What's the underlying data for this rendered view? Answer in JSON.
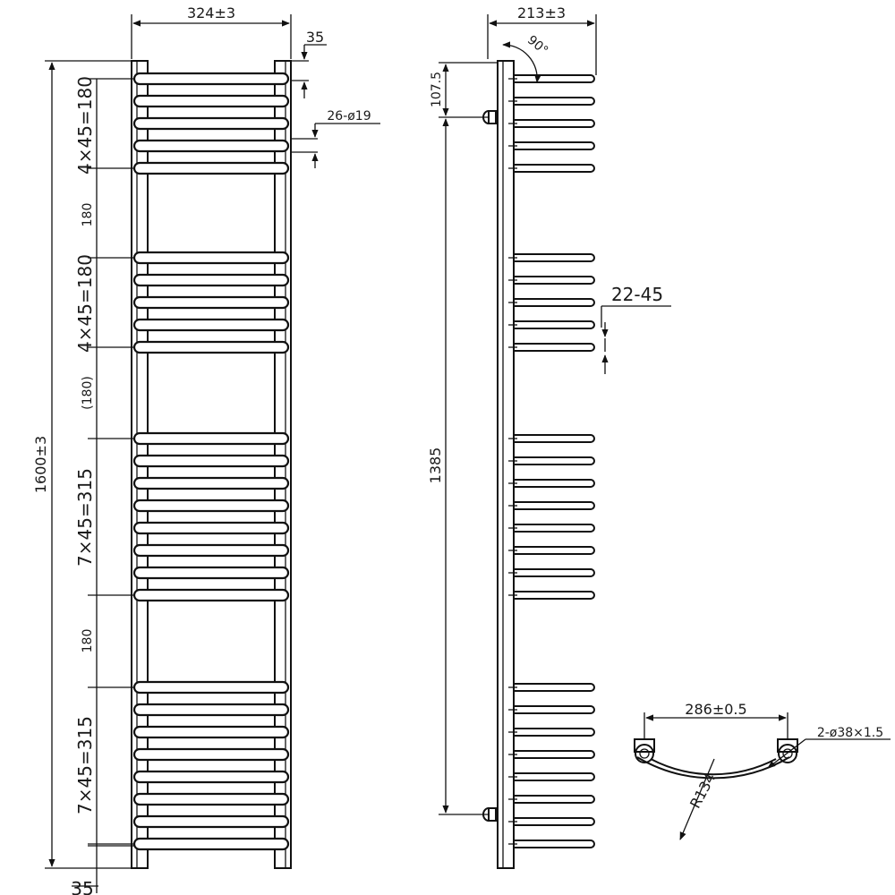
{
  "front_view": {
    "width_label": "324±3",
    "offset_top_label": "35",
    "tube_label": "26-ø19",
    "height_label": "1600±3",
    "bottom_label": "35",
    "group_labels": [
      "4×45=180",
      "180",
      "4×45=180",
      "(180)",
      "7×45=315",
      "180",
      "7×45=315"
    ]
  },
  "side_view": {
    "depth_label": "213±3",
    "angle_label": "90°",
    "bracket_top_label": "107.5",
    "bracket_span_label": "1385",
    "spacing_label": "22-45"
  },
  "plan_view": {
    "pipe_centres_label": "286±0.5",
    "pipe_label": "2-ø38×1.5",
    "radius_label": "R134"
  },
  "rail_groups": [
    5,
    5,
    8,
    8
  ]
}
